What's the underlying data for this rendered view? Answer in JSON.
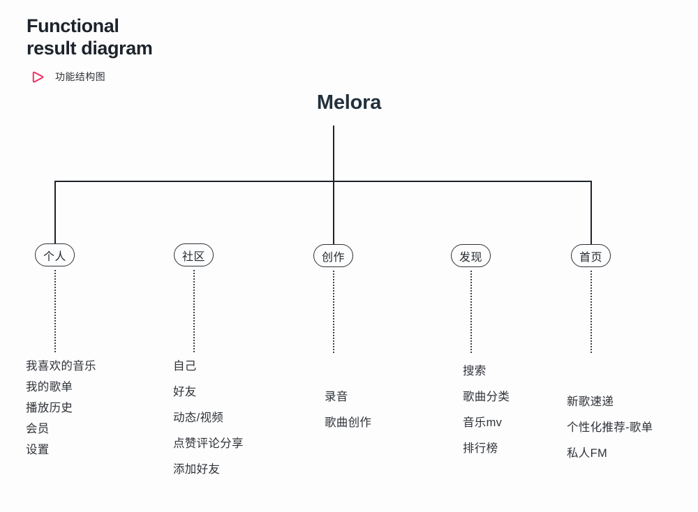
{
  "header": {
    "title": "Functional\nresult diagram",
    "subtitle": "功能结构图",
    "icon": "play-triangle-icon",
    "accent_color": "#ef2d62"
  },
  "diagram": {
    "root": "Melora",
    "line_color": "#1c232b",
    "text_color": "#2e3238",
    "branches": [
      {
        "node": "个人",
        "has_solid_connector": true,
        "spacing": "tight",
        "leaves": [
          "我喜欢的音乐",
          "我的歌单",
          "播放历史",
          "会员",
          "设置"
        ]
      },
      {
        "node": "社区",
        "has_solid_connector": false,
        "spacing": "loose",
        "leaves": [
          "自己",
          "好友",
          "动态/视频",
          "点赞评论分享",
          "添加好友"
        ]
      },
      {
        "node": "创作",
        "has_solid_connector": true,
        "spacing": "loose",
        "leaves": [
          "录音",
          "歌曲创作"
        ]
      },
      {
        "node": "发现",
        "has_solid_connector": false,
        "spacing": "loose",
        "leaves": [
          "搜索",
          "歌曲分类",
          "音乐mv",
          "排行榜"
        ]
      },
      {
        "node": "首页",
        "has_solid_connector": true,
        "spacing": "loose",
        "leaves": [
          "新歌速递",
          "个性化推荐-歌单",
          "私人FM"
        ]
      }
    ]
  }
}
